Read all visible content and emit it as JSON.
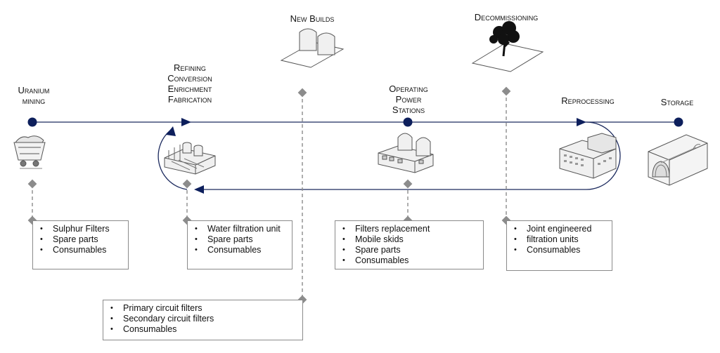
{
  "stages": {
    "uranium_mining": [
      "Uranium",
      "mining"
    ],
    "refining": [
      "Refining",
      "Conversion",
      "Enrichment",
      "Fabrication"
    ],
    "new_builds": [
      "New Builds"
    ],
    "operating": [
      "Operating",
      "Power",
      "Stations"
    ],
    "decommissioning": [
      "Decommissioning"
    ],
    "reprocessing": [
      "Reprocessing"
    ],
    "storage": [
      "Storage"
    ]
  },
  "boxes": {
    "mining": [
      "Sulphur Filters",
      "Spare parts",
      "Consumables"
    ],
    "refining": [
      "Water filtration unit",
      "Spare parts",
      "Consumables"
    ],
    "operating": [
      "Filters replacement",
      "Mobile skids",
      "Spare parts",
      "Consumables"
    ],
    "decommissioning": [
      "Joint engineered",
      "filtration units",
      "Consumables"
    ],
    "new_builds": [
      "Primary circuit filters",
      "Secondary circuit filters",
      "Consumables"
    ]
  },
  "colors": {
    "flow_line": "#1c2a5e",
    "node": "#0d1f5c",
    "connector": "#8c8c8c"
  },
  "icons": {
    "mining": "mine-cart-icon",
    "refining": "factory-icon",
    "operating": "power-station-icon",
    "reprocessing": "reprocessing-plant-icon",
    "storage": "storage-tunnel-icon",
    "new_builds": "new-build-site-icon",
    "decommissioning": "tree-on-site-icon"
  }
}
